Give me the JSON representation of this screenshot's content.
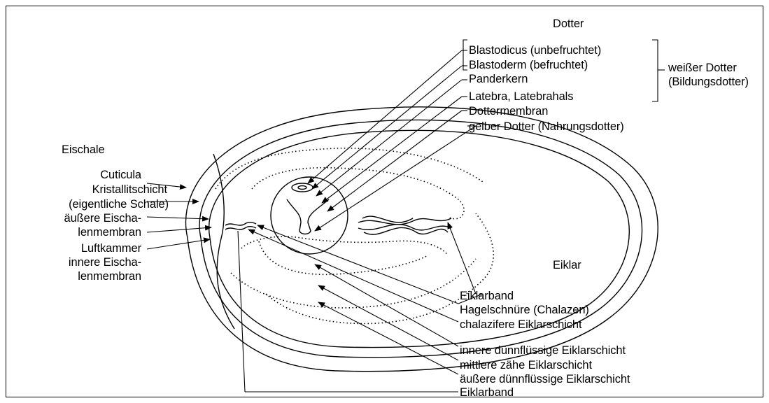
{
  "headings": {
    "dotter": "Dotter",
    "eischale": "Eischale",
    "eiklar": "Eiklar"
  },
  "dotter_labels": {
    "blastodicus": "Blastodicus (unbefruchtet)",
    "blastoderm": "Blastoderm (befruchtet)",
    "panderkern": "Panderkern",
    "latebra": "Latebra, Latebrahals",
    "dottermembran": "Dottermembran",
    "gelber_dotter": "gelber Dotter (Nahrungsdotter)",
    "weisser_dotter_1": "weißer Dotter",
    "weisser_dotter_2": "(Bildungsdotter)"
  },
  "shell_labels": {
    "cuticula": "Cuticula",
    "kristallit": "Kristallitschicht",
    "eigentliche": "(eigentliche Schale)",
    "aeussere_1": "äußere Eischa-",
    "aeussere_2": "lenmembran",
    "luftkammer": "Luftkammer",
    "innere_1": "innere Eischa-",
    "innere_2": "lenmembran"
  },
  "eiklar_labels": {
    "eiklarband": "Eiklarband",
    "hagelschnuere": "Hagelschnüre (Chalazen)",
    "chalazifere": "chalazifere Eiklarschicht",
    "innere_duenn": "innere dünnflüssige Eiklarschicht",
    "mittlere": "mittlere zähe Eiklarschicht",
    "aeussere_duenn": "äußere dünnflüssige Eiklarschicht",
    "eiklarband_bottom": "Eiklarband"
  }
}
